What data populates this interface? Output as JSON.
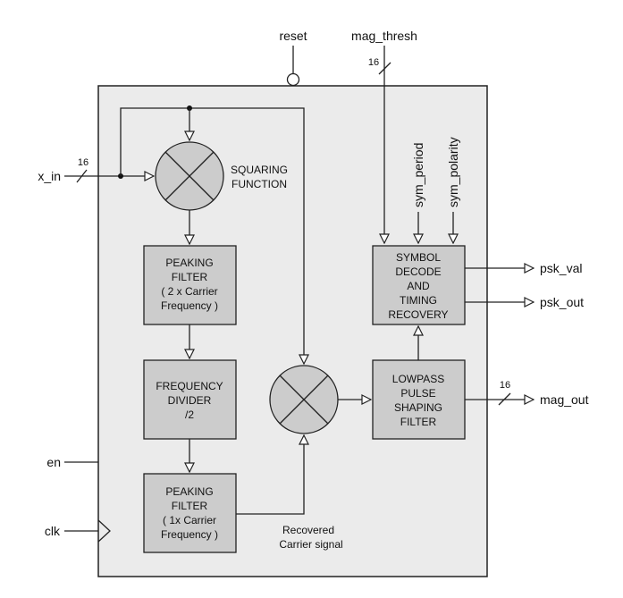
{
  "diagram": {
    "ports": {
      "reset": "reset",
      "mag_thresh": "mag_thresh",
      "mag_thresh_width": "16",
      "x_in": "x_in",
      "x_in_width": "16",
      "en": "en",
      "clk": "clk",
      "sym_period": "sym_period",
      "sym_polarity": "sym_polarity",
      "psk_val": "psk_val",
      "psk_out": "psk_out",
      "mag_out": "mag_out",
      "mag_out_width": "16"
    },
    "blocks": {
      "squaring": [
        "SQUARING",
        "FUNCTION"
      ],
      "peaking1": [
        "PEAKING",
        "FILTER",
        "( 2 x Carrier",
        "Frequency )"
      ],
      "divider": [
        "FREQUENCY",
        "DIVIDER",
        "/2"
      ],
      "peaking2": [
        "PEAKING",
        "FILTER",
        "( 1x Carrier",
        "Frequency )"
      ],
      "symbol": [
        "SYMBOL",
        "DECODE",
        "AND",
        "TIMING",
        "RECOVERY"
      ],
      "lowpass": [
        "LOWPASS",
        "PULSE",
        "SHAPING",
        "FILTER"
      ]
    },
    "annotations": {
      "recovered": [
        "Recovered",
        "Carrier signal"
      ]
    },
    "colors": {
      "outer_fill": "#ebebeb",
      "block_fill": "#cccccc",
      "line": "#222222"
    }
  }
}
